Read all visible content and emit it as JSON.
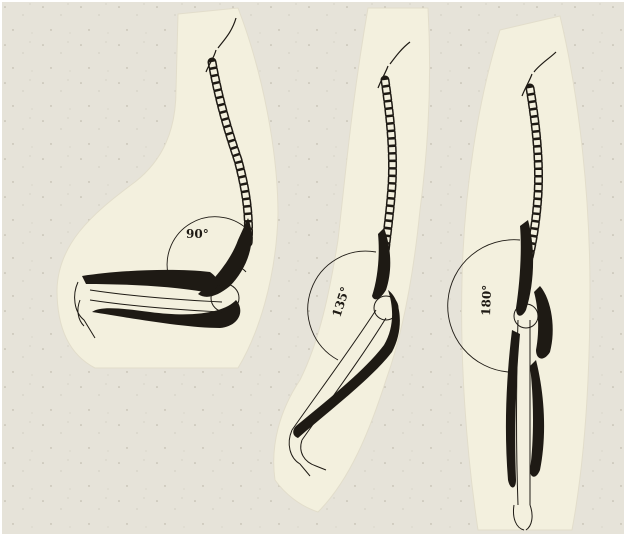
{
  "figure": {
    "background_color": "#e6e3d9",
    "overlay_color": "#f3f0de",
    "ink_color": "#1e1a14",
    "panels": [
      {
        "id": "posture-90",
        "angle_label": "90°"
      },
      {
        "id": "posture-135",
        "angle_label": "135°"
      },
      {
        "id": "posture-180",
        "angle_label": "180°"
      }
    ]
  }
}
